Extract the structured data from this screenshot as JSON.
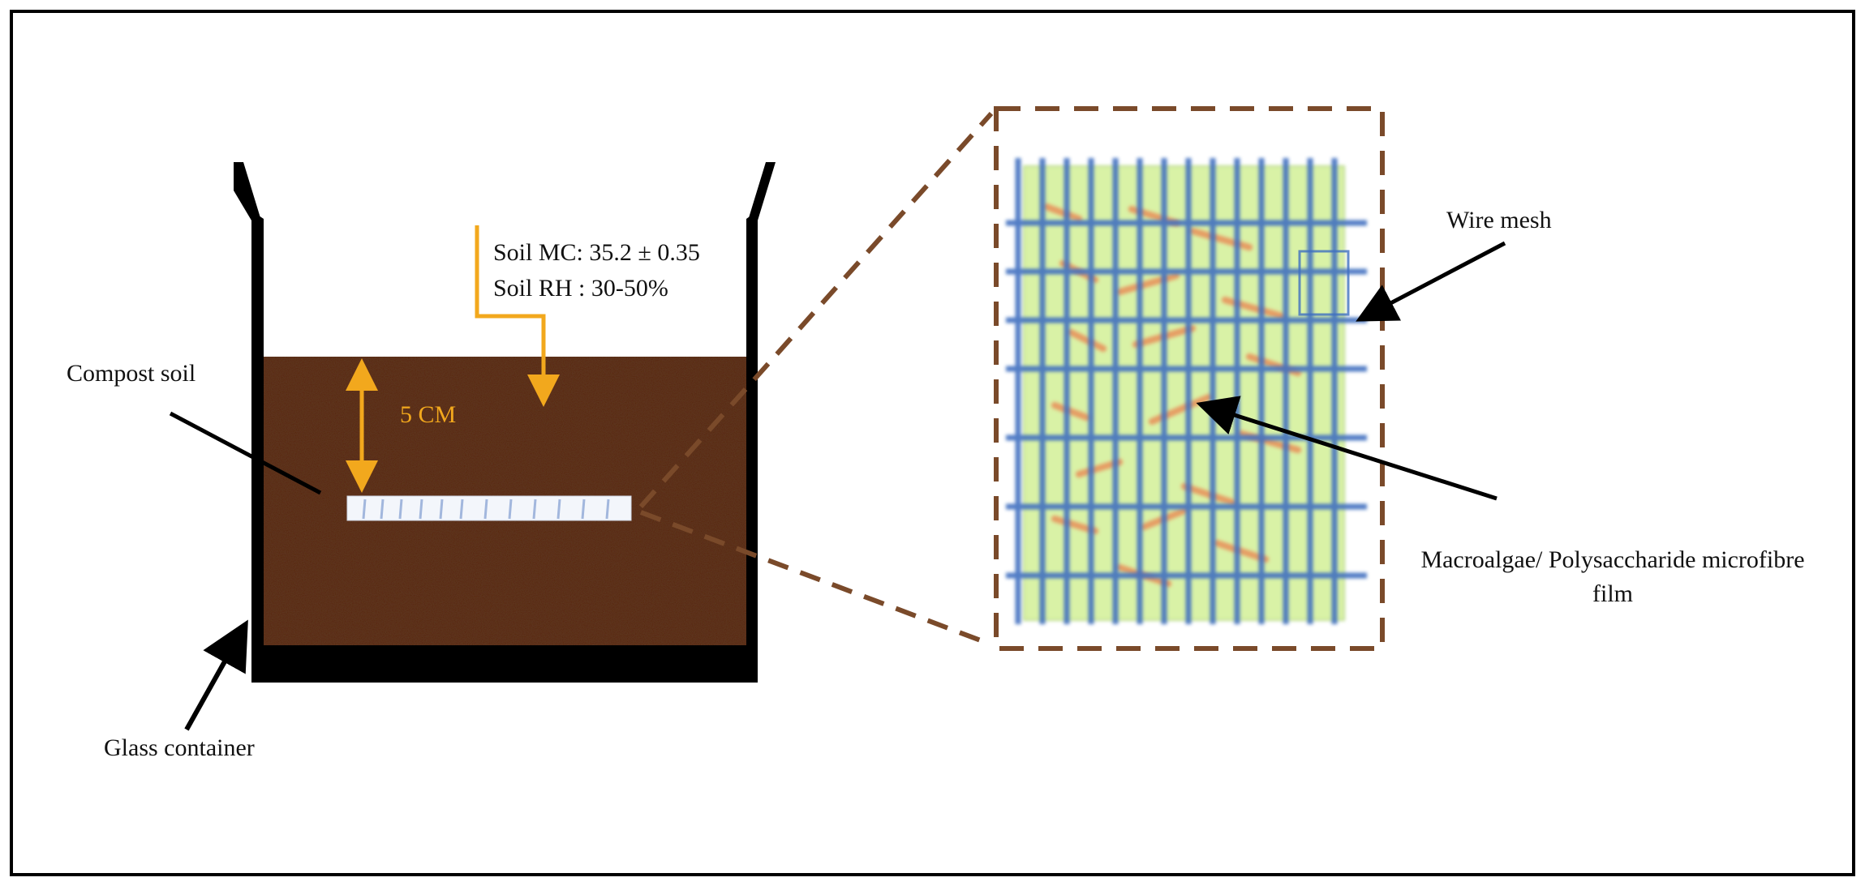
{
  "labels": {
    "compost_soil": "Compost soil",
    "glass_container": "Glass container",
    "soil_mc": "Soil MC: 35.2 ± 0.35",
    "soil_rh": "Soil RH : 30-50%",
    "depth": "5 CM",
    "wire_mesh": "Wire mesh",
    "film_line1": "Macroalgae/ Polysaccharide microfibre",
    "film_line2": "film"
  },
  "colors": {
    "soil": "#5a2a12",
    "soil_dark": "#3d1b0a",
    "container": "#000000",
    "annotation": "#f2a81d",
    "zoom_border": "#7a4a2a",
    "mesh": "#3f6fc0",
    "film": "#d9f2a6",
    "fibre": "#e8915a"
  }
}
